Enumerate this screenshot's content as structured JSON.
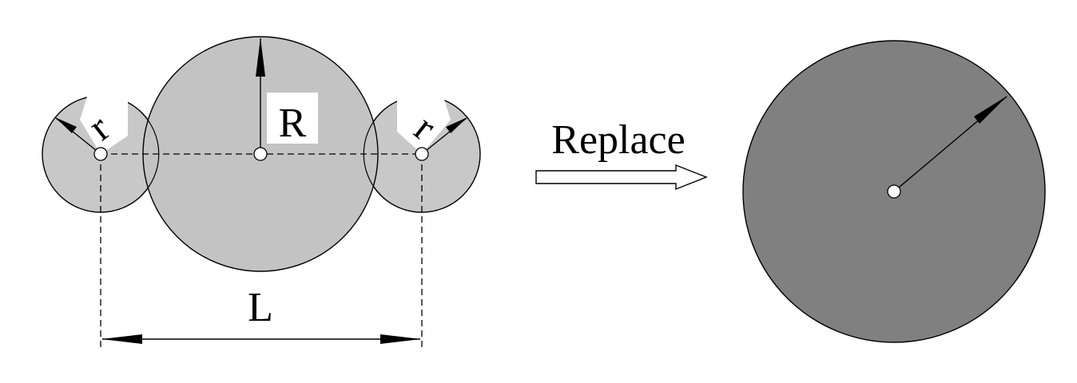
{
  "labels": {
    "big_radius": "R",
    "small_radius_left": "r",
    "small_radius_right": "r",
    "length": "L",
    "replace": "Replace"
  },
  "colors": {
    "small_circle_fill": "#c8c8c8",
    "big_circle_fill": "#c3c3c3",
    "replacement_circle_fill": "#808080",
    "line": "#000000",
    "label_box": "#ffffff",
    "background": "#ffffff"
  }
}
